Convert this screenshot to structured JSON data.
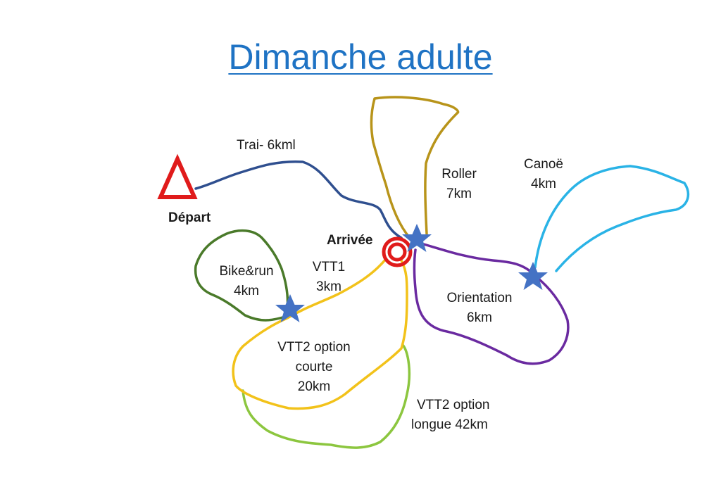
{
  "title": "Dimanche adulte",
  "colors": {
    "title": "#1f73c4",
    "trail": "#2f4f8f",
    "roller": "#b8941a",
    "canoe": "#2ab3e6",
    "orientation": "#6a2aa0",
    "bike_run": "#4a7a2a",
    "vtt1": "#f2c21a",
    "vtt2_long": "#8cc63f",
    "start": "#e01b1b",
    "finish": "#e01b1b",
    "star": "#4472c4"
  },
  "markers": {
    "start_label": "Départ",
    "finish_label": "Arrivée"
  },
  "routes": {
    "trail": {
      "name": "Trai- 6kml"
    },
    "roller": {
      "name": "Roller",
      "distance": "7km"
    },
    "canoe": {
      "name": "Canoë",
      "distance": "4km"
    },
    "orientation": {
      "name": "Orientation",
      "distance": "6km"
    },
    "bike_run": {
      "name": "Bike&run",
      "distance": "4km"
    },
    "vtt1": {
      "name": "VTT1",
      "distance": "3km"
    },
    "vtt2_short": {
      "line1": "VTT2 option",
      "line2": "courte",
      "line3": "20km"
    },
    "vtt2_long": {
      "line1": "VTT2 option",
      "line2": "longue 42km"
    }
  }
}
